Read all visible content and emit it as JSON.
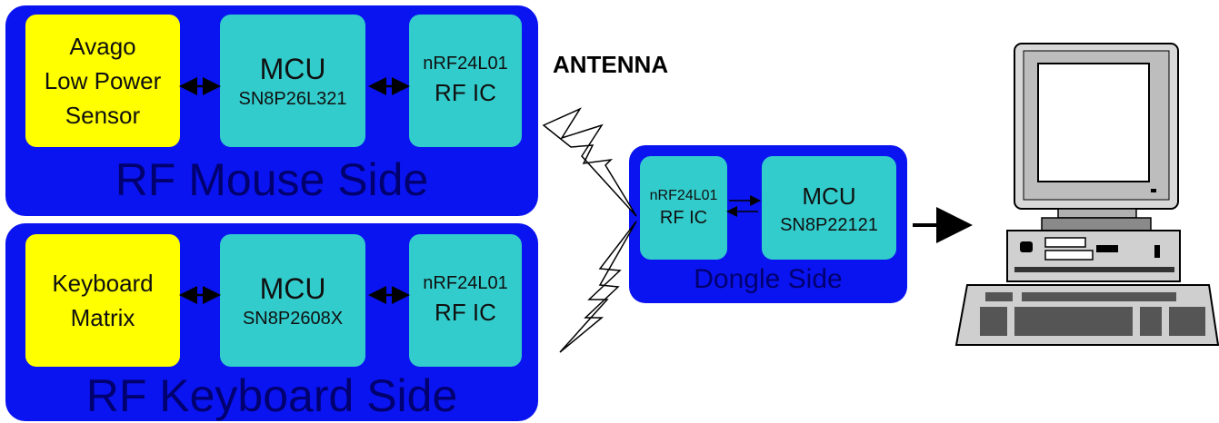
{
  "mouse_panel": {
    "title": "RF Mouse Side",
    "sensor_lines": [
      "Avago",
      "Low Power",
      "Sensor"
    ],
    "mcu_label": "MCU",
    "mcu_part": "SN8P26L321",
    "rf_chip": "nRF24L01",
    "rf_label": "RF IC"
  },
  "keyboard_panel": {
    "title": "RF Keyboard Side",
    "matrix_lines": [
      "Keyboard",
      "Matrix"
    ],
    "mcu_label": "MCU",
    "mcu_part": "SN8P2608X",
    "rf_chip": "nRF24L01",
    "rf_label": "RF IC"
  },
  "antenna_label": "ANTENNA",
  "dongle_panel": {
    "title": "Dongle Side",
    "rf_chip": "nRF24L01",
    "rf_label": "RF IC",
    "mcu_label": "MCU",
    "mcu_part": "SN8P22121"
  },
  "colors": {
    "panel_blue": "#0a14f0",
    "panel_title": "#00006e",
    "sensor_yellow": "#ffff00",
    "chip_teal": "#33cccc"
  },
  "icons": [
    "lightning-icon",
    "computer-icon",
    "double-arrow-icon",
    "right-arrow-icon"
  ]
}
